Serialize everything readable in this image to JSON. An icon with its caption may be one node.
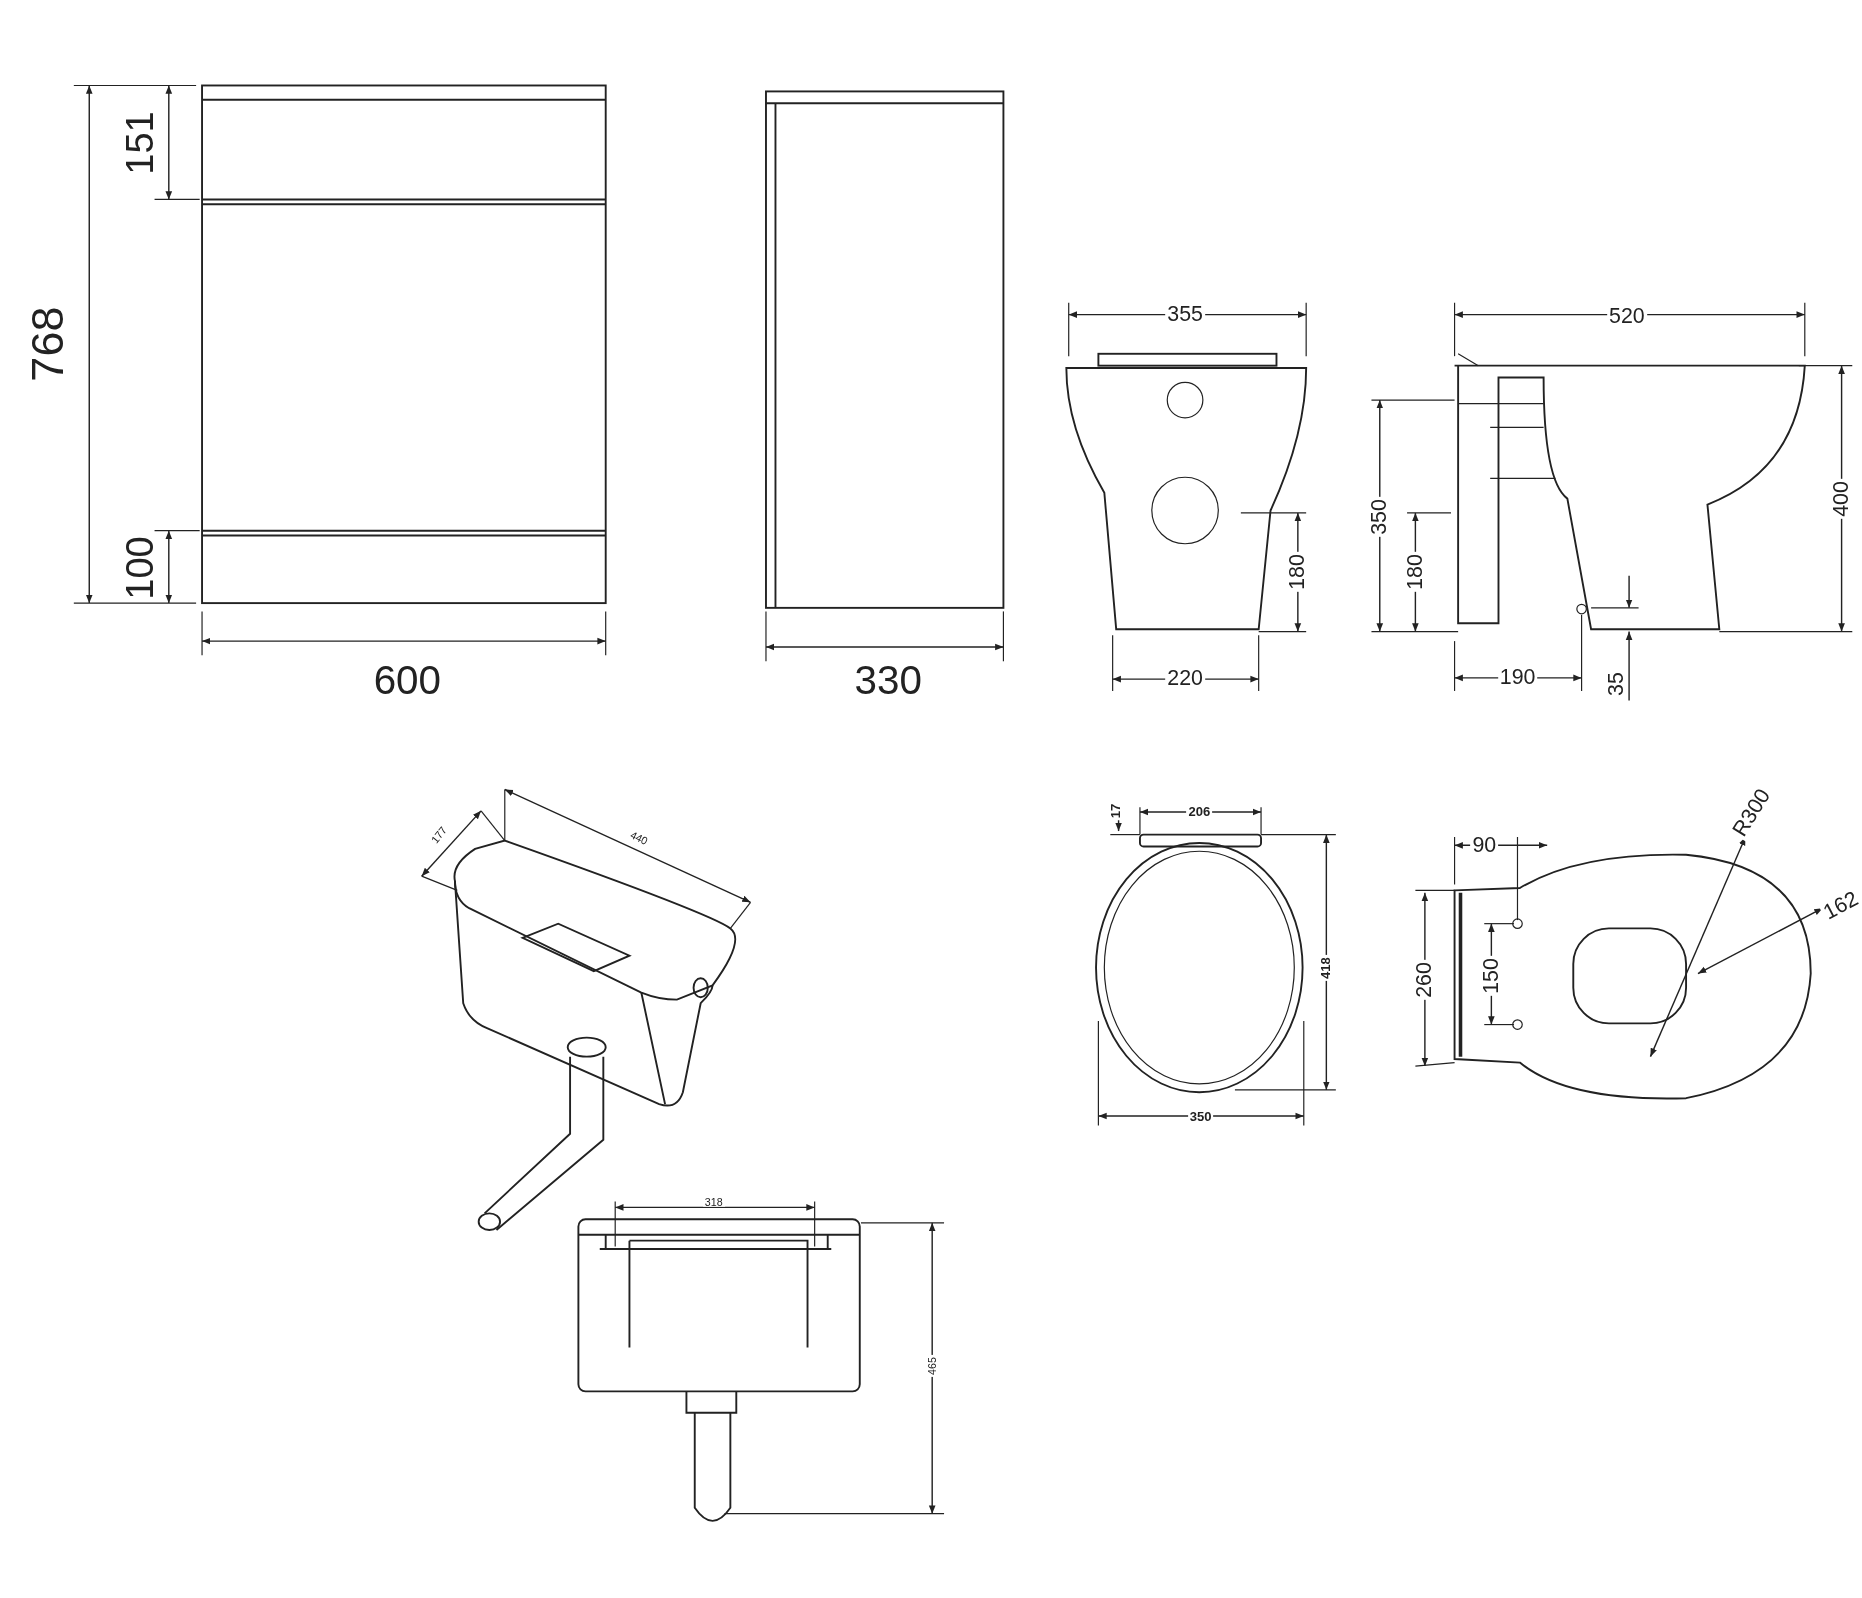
{
  "diagram": {
    "labels": [
      "768",
      "151",
      "100",
      "600",
      "330",
      "355",
      "520",
      "350",
      "180",
      "180",
      "400",
      "220",
      "190",
      "35",
      "177",
      "440",
      "17",
      "206",
      "418",
      "350",
      "90",
      "R300",
      "162",
      "260",
      "150",
      "318",
      "465"
    ]
  }
}
